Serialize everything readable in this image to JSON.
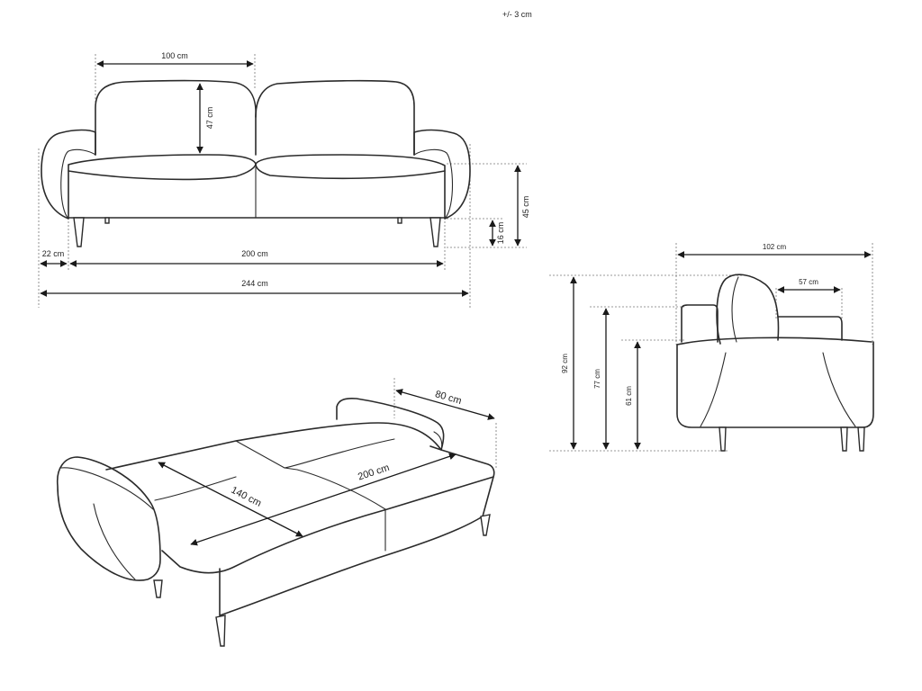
{
  "tolerance": "+/- 3 cm",
  "front_view": {
    "seat_width": "100 cm",
    "cushion_height": "47 cm",
    "seat_height": "45 cm",
    "leg_height": "16 cm",
    "arm_width": "22 cm",
    "inner_width": "200 cm",
    "total_width": "244 cm"
  },
  "side_view": {
    "depth": "102 cm",
    "seat_depth": "57 cm",
    "total_height": "92 cm",
    "arm_height": "77 cm",
    "seat_level_height": "61 cm"
  },
  "bed_view": {
    "depth": "80 cm",
    "sleep_length": "200 cm",
    "sleep_width": "140 cm"
  }
}
